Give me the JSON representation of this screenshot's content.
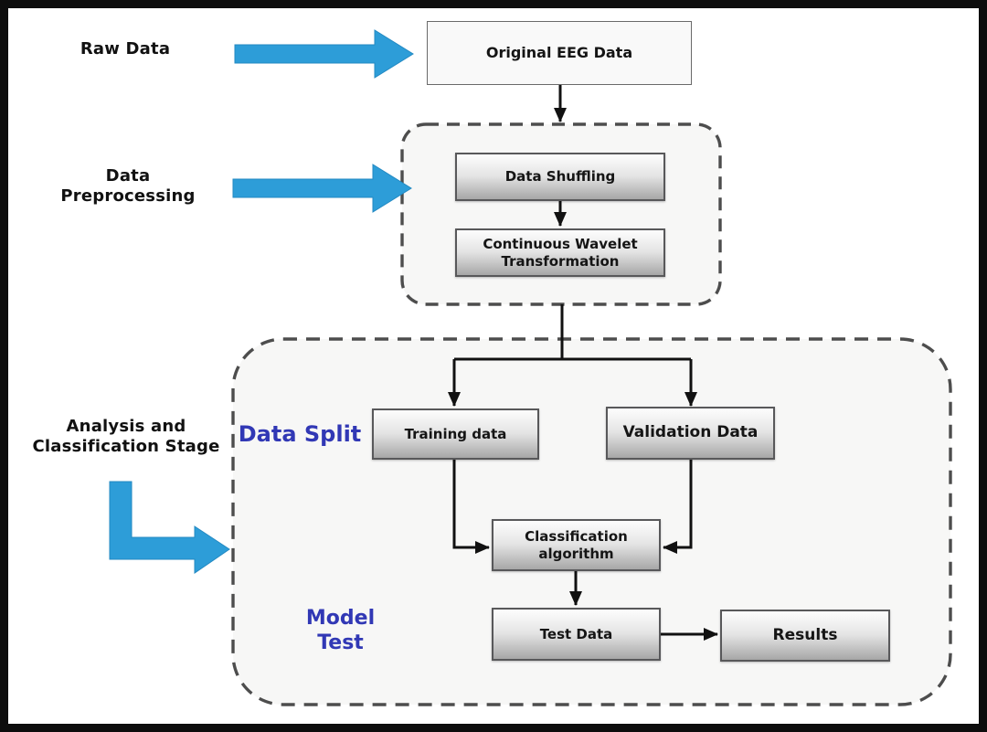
{
  "diagram": {
    "title": "EEG classification pipeline flowchart",
    "stage_labels": {
      "raw_data": "Raw Data",
      "data_preprocessing": "Data\nPreprocessing",
      "analysis_classification": "Analysis and\nClassification Stage"
    },
    "section_labels": {
      "data_split": "Data Split",
      "model_test": "Model\nTest"
    },
    "nodes": {
      "original_eeg": "Original EEG Data",
      "data_shuffling": "Data Shuffling",
      "continuous_wavelet": "Continuous Wavelet\nTransformation",
      "training_data": "Training data",
      "validation_data": "Validation Data",
      "classification_algorithm": "Classification\nalgorithm",
      "test_data": "Test Data",
      "results": "Results"
    },
    "flow": [
      "Original EEG Data -> Data Shuffling",
      "Data Shuffling -> Continuous Wavelet Transformation",
      "Continuous Wavelet Transformation -> Training data",
      "Continuous Wavelet Transformation -> Validation Data",
      "Training data -> Classification algorithm",
      "Validation Data -> Classification algorithm",
      "Classification algorithm -> Test Data",
      "Test Data -> Results"
    ],
    "colors": {
      "flow_arrow_blue": "#2d9dd8",
      "section_label_blue": "#3138b5",
      "connector_black": "#111111",
      "dashed_border_gray": "#4d4d4d",
      "container_fill": "#f7f7f6",
      "frame_black": "#0d0d0d"
    }
  }
}
